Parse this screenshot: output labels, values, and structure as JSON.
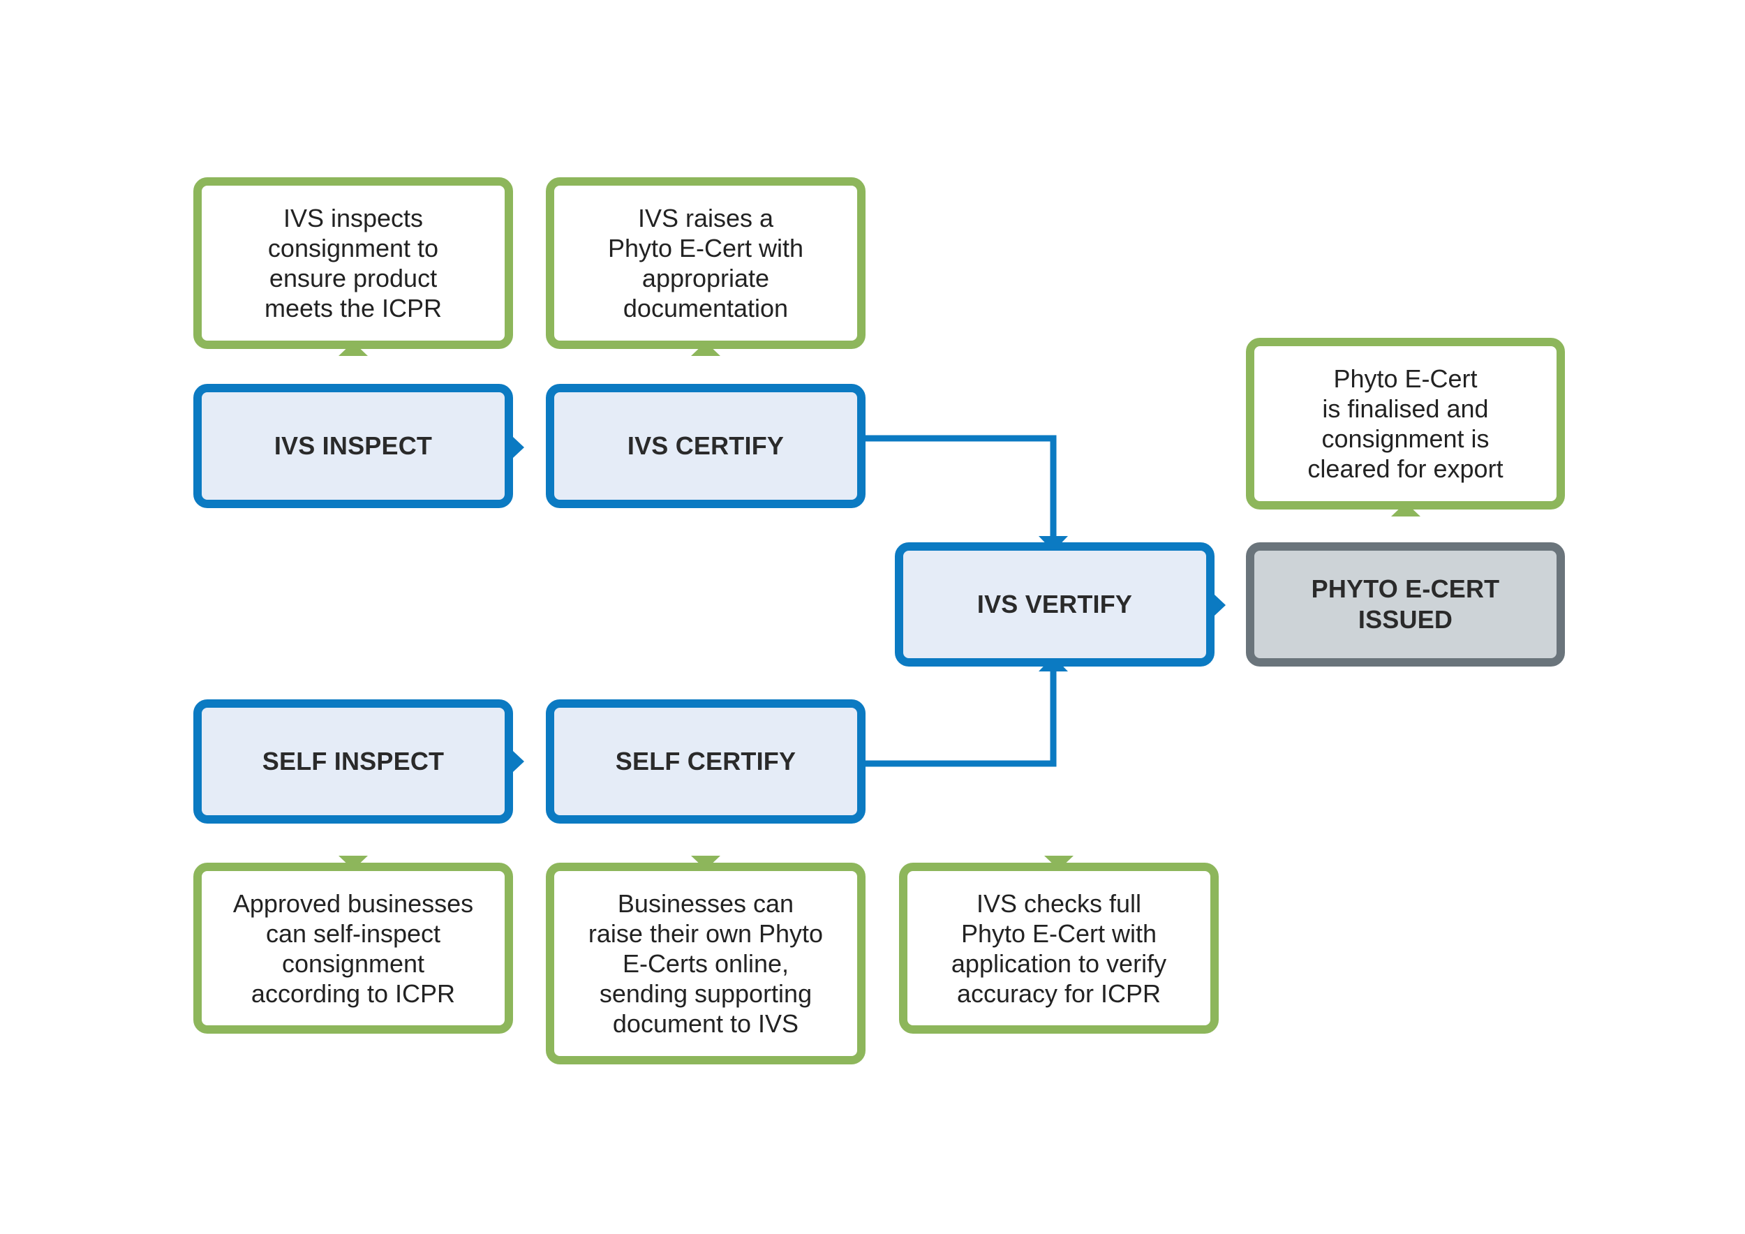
{
  "steps": {
    "ivs_inspect": "IVS INSPECT",
    "ivs_certify": "IVS CERTIFY",
    "ivs_vertify": "IVS VERTIFY",
    "phyto_issued": "PHYTO E-CERT\nISSUED",
    "self_inspect": "SELF INSPECT",
    "self_certify": "SELF CERTIFY"
  },
  "notes": {
    "ivs_inspect": "IVS inspects\nconsignment to\nensure product\nmeets the ICPR",
    "ivs_certify": "IVS raises a\nPhyto E-Cert with\nappropriate\ndocumentation",
    "ivs_final": "Phyto E-Cert\nis finalised and\nconsignment is\ncleared for export",
    "self_inspect": "Approved businesses\ncan self-inspect\nconsignment\naccording to ICPR",
    "self_certify": "Businesses can\nraise their own Phyto\nE-Certs online,\nsending supporting\ndocument to IVS",
    "ivs_checks": "IVS checks full\nPhyto E-Cert with\napplication to verify\naccuracy for ICPR"
  },
  "colors": {
    "process_border": "#0b7ac2",
    "process_fill": "#e5ecf7",
    "note_border": "#8db65b",
    "final_border": "#6a747b",
    "final_fill": "#cdd3d7"
  }
}
